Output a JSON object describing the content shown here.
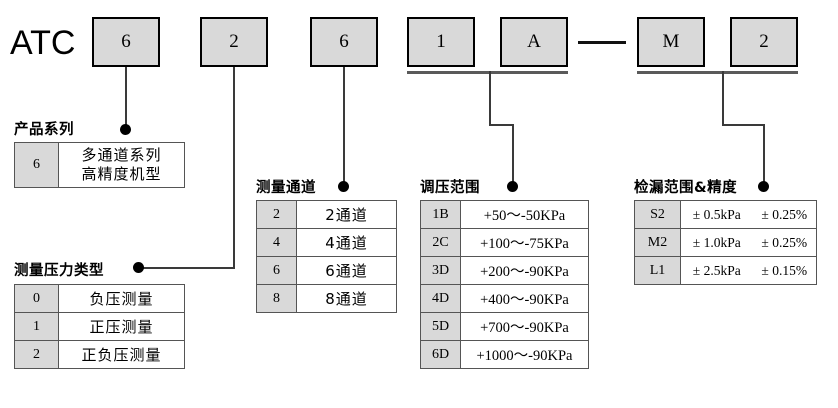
{
  "brand": "ATC",
  "model_code": {
    "boxes": [
      {
        "label": "6"
      },
      {
        "label": "2"
      },
      {
        "label": "6"
      },
      {
        "label": "1"
      },
      {
        "label": "A"
      },
      {
        "label": "M"
      },
      {
        "label": "2"
      }
    ],
    "separator": "—"
  },
  "sections": {
    "product_series": {
      "caption": "产品系列",
      "rows": [
        {
          "code": "6",
          "desc_line1": "多通道系列",
          "desc_line2": "高精度机型"
        }
      ]
    },
    "pressure_type": {
      "caption": "测量压力类型",
      "rows": [
        {
          "code": "0",
          "desc": "负压测量"
        },
        {
          "code": "1",
          "desc": "正压测量"
        },
        {
          "code": "2",
          "desc": "正负压测量"
        }
      ]
    },
    "channels": {
      "caption": "测量通道",
      "rows": [
        {
          "code": "2",
          "desc": "2通道"
        },
        {
          "code": "4",
          "desc": "4通道"
        },
        {
          "code": "6",
          "desc": "6通道"
        },
        {
          "code": "8",
          "desc": "8通道"
        }
      ]
    },
    "pressure_range": {
      "caption": "调压范围",
      "rows": [
        {
          "code": "1B",
          "desc": "+50～-50KPa"
        },
        {
          "code": "2C",
          "desc": "+100～-75KPa"
        },
        {
          "code": "3D",
          "desc": "+200～-90KPa"
        },
        {
          "code": "4D",
          "desc": "+400～-90KPa"
        },
        {
          "code": "5D",
          "desc": "+700～-90KPa"
        },
        {
          "code": "6D",
          "desc": "+1000～-90KPa"
        }
      ]
    },
    "leak_detection": {
      "caption": "检漏范围&精度",
      "rows": [
        {
          "code": "S2",
          "range": "± 0.5kPa",
          "accuracy": "± 0.25%"
        },
        {
          "code": "M2",
          "range": "± 1.0kPa",
          "accuracy": "± 0.25%"
        },
        {
          "code": "L1",
          "range": "± 2.5kPa",
          "accuracy": "± 0.15%"
        }
      ]
    }
  }
}
